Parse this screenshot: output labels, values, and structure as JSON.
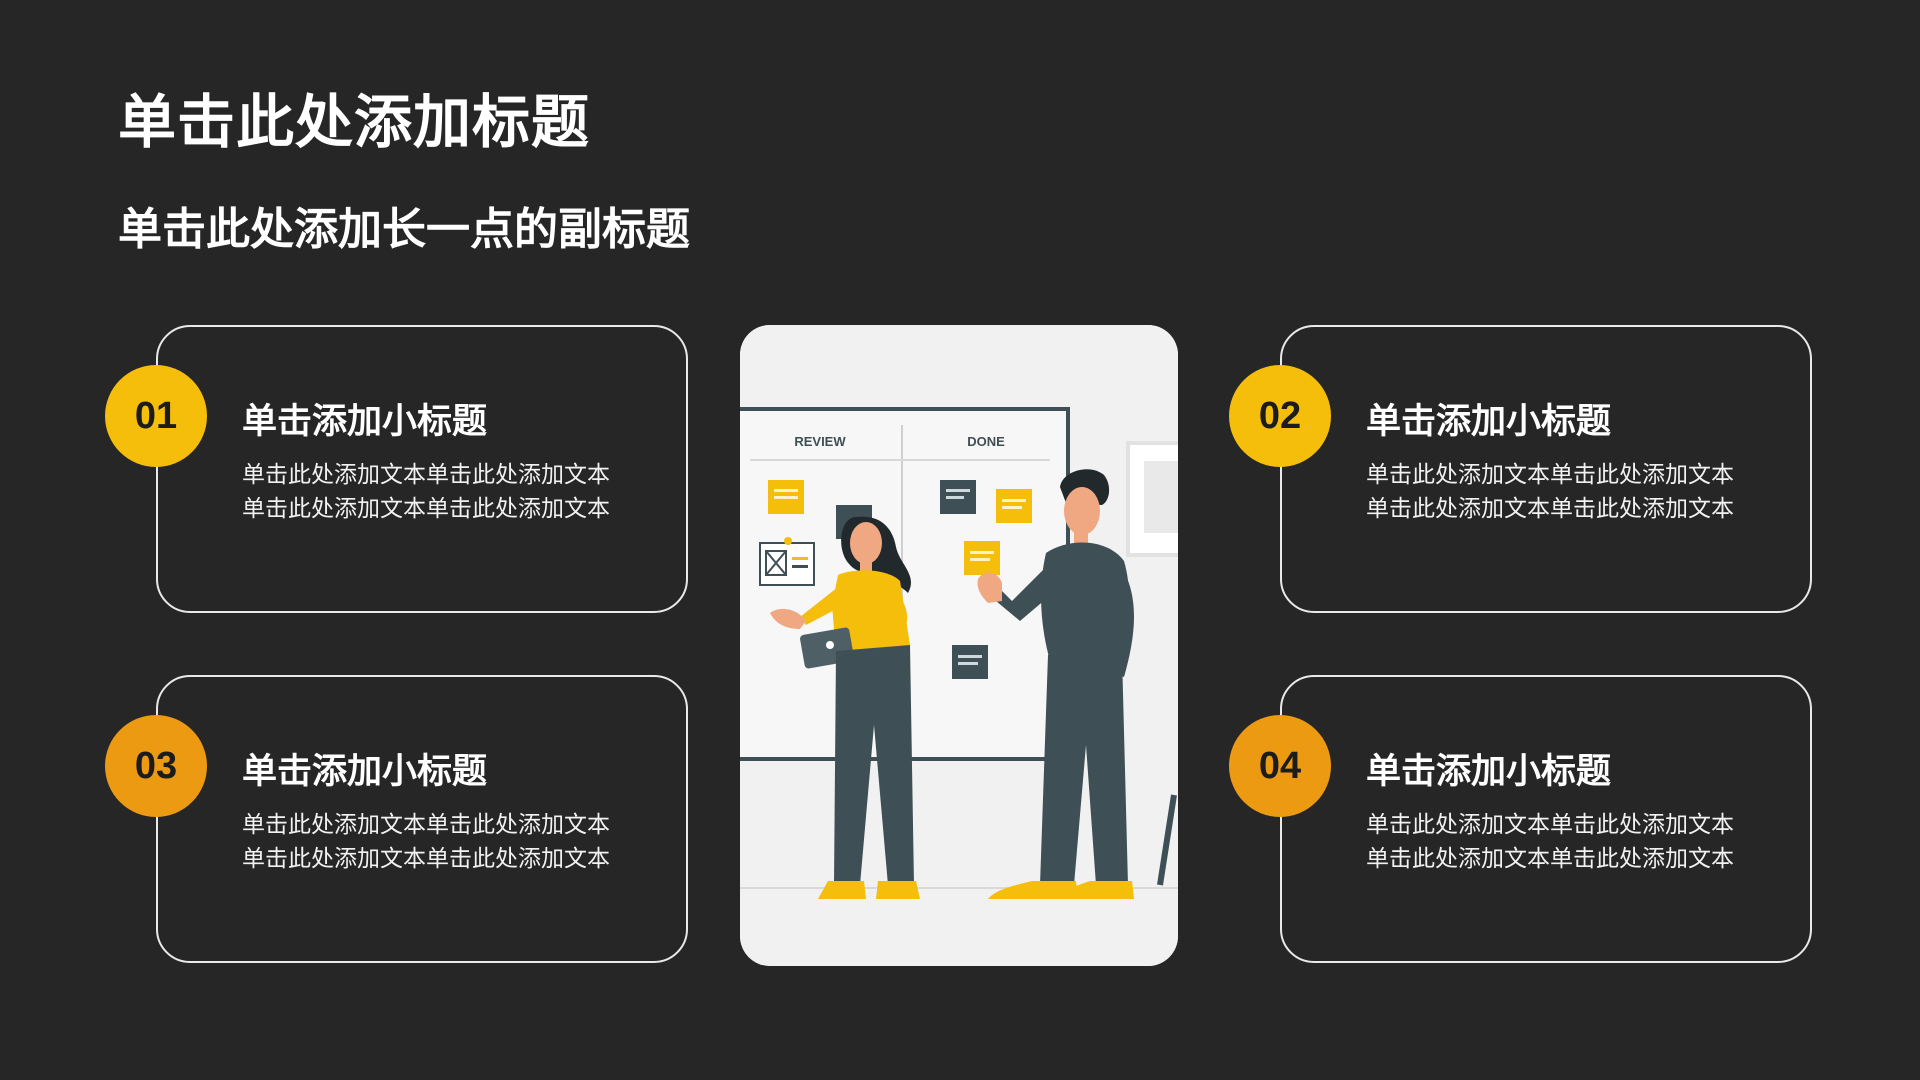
{
  "slide": {
    "title": "单击此处添加标题",
    "subtitle": "单击此处添加长一点的副标题"
  },
  "cards": [
    {
      "number": "01",
      "heading": "单击添加小标题",
      "body_lines": [
        "单击此处添加文本单击此处添加文本",
        "单击此处添加文本单击此处添加文本"
      ],
      "badge_color": "#F5BE0B"
    },
    {
      "number": "02",
      "heading": "单击添加小标题",
      "body_lines": [
        "单击此处添加文本单击此处添加文本",
        "单击此处添加文本单击此处添加文本"
      ],
      "badge_color": "#F5BE0B"
    },
    {
      "number": "03",
      "heading": "单击添加小标题",
      "body_lines": [
        "单击此处添加文本单击此处添加文本",
        "单击此处添加文本单击此处添加文本"
      ],
      "badge_color": "#EB9A12"
    },
    {
      "number": "04",
      "heading": "单击添加小标题",
      "body_lines": [
        "单击此处添加文本单击此处添加文本",
        "单击此处添加文本单击此处添加文本"
      ],
      "badge_color": "#EB9A12"
    }
  ],
  "illustration": {
    "board_columns": [
      "REVIEW",
      "DONE"
    ]
  },
  "colors": {
    "background": "#262626",
    "card_border": "#E9E9E9",
    "accent_yellow": "#F5BE0B",
    "accent_orange": "#EB9A12"
  }
}
